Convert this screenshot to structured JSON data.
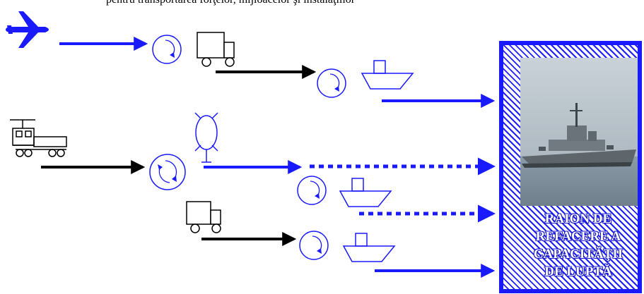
{
  "caption": "pentru transportarea forţelor, mijloacelor şi instalaţiilor",
  "zone": {
    "label_lines": [
      "RAION DE",
      "REFACERE A",
      "CAPACITĂŢII",
      "DE LUPTĂ"
    ],
    "photo": "warship-photo"
  },
  "colors": {
    "transfer_arrow": "#1a1aff",
    "ground_arrow": "#000000",
    "node": "#1a1aff",
    "hatch": "#2020ff"
  },
  "icons": [
    "airplane-icon",
    "truck-icon",
    "ship-icon",
    "train-icon",
    "radar-icon",
    "transfer-node-icon"
  ]
}
